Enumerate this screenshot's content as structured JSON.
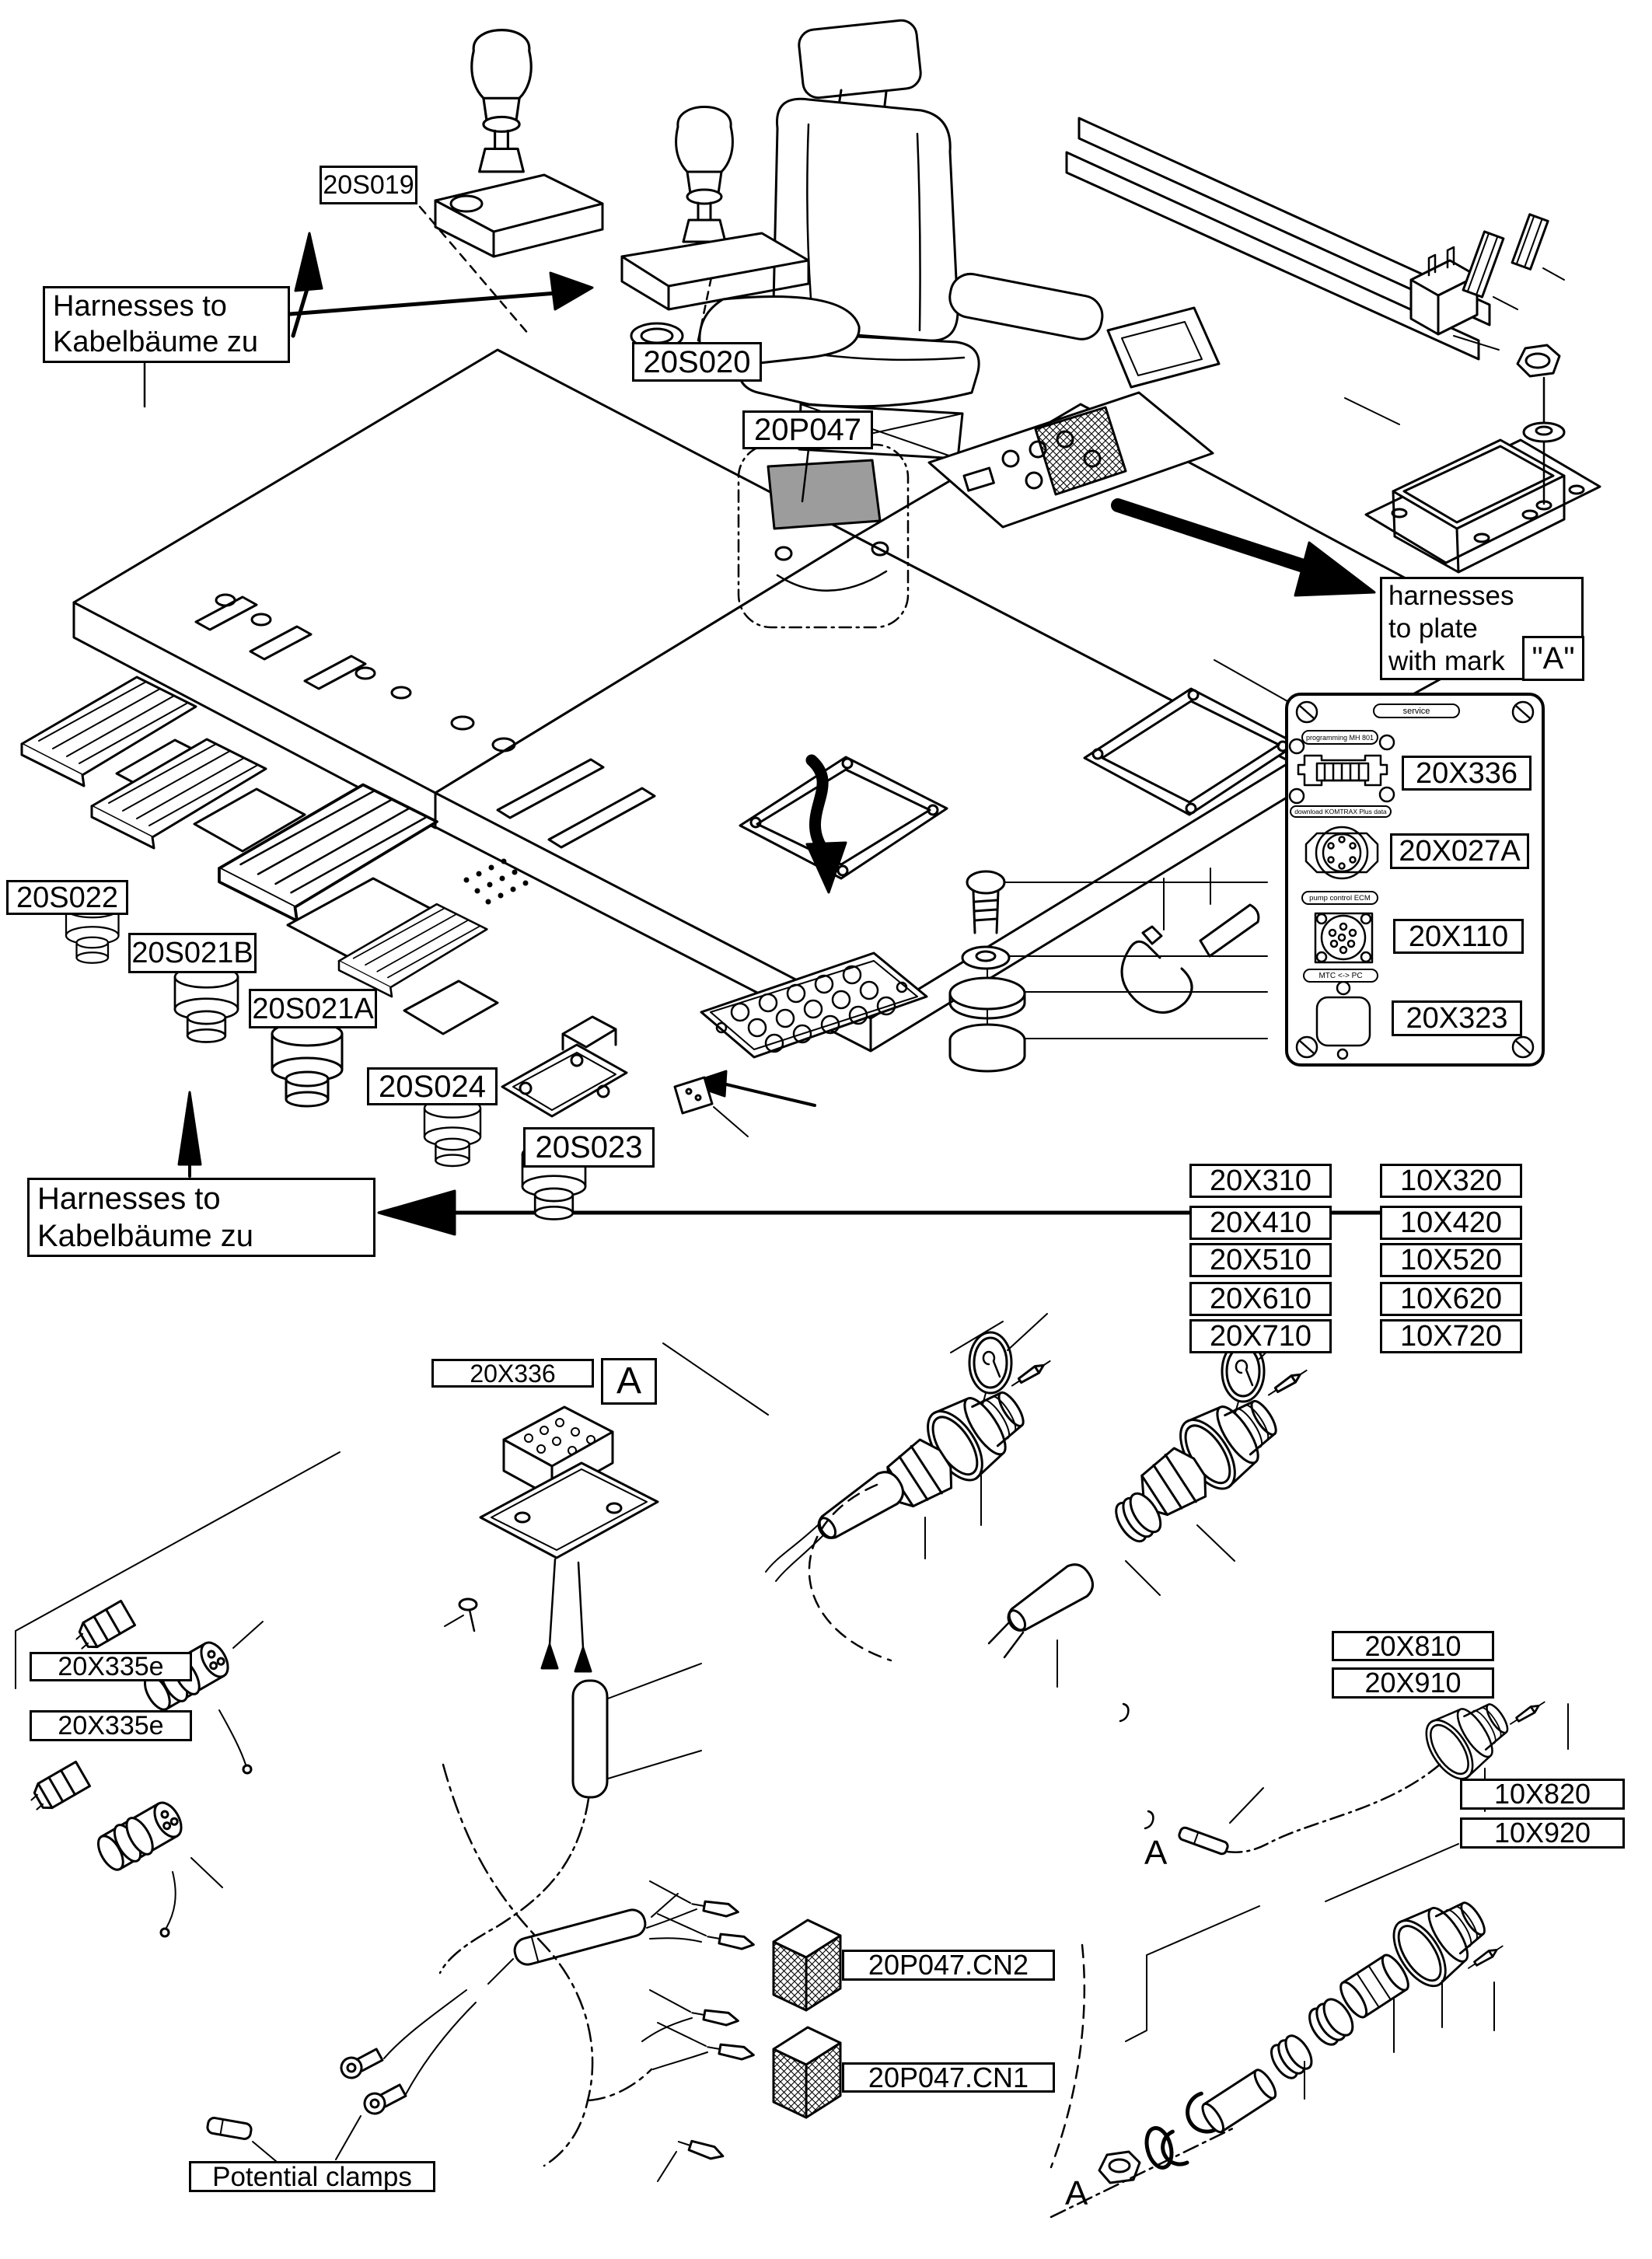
{
  "figure": {
    "background": "#ffffff",
    "ink": "#000000",
    "screen_fill": "#9c9c9c"
  },
  "notes": {
    "harness_top": {
      "line1": "Harnesses to",
      "line2": "Kabelbäume zu"
    },
    "harness_bottom": {
      "line1": "Harnesses to",
      "line2": "Kabelbäume zu"
    },
    "plate_note": {
      "line1": "harnesses",
      "line2": "to plate",
      "line3": "with mark"
    },
    "potential_clamps": "Potential clamps"
  },
  "detail_marks": {
    "plate_box": "\"A\"",
    "detail_box": "A",
    "wire_right": "A",
    "wire_bottom": "A"
  },
  "part_labels": {
    "s019": "20S019",
    "s020": "20S020",
    "p047": "20P047",
    "s022": "20S022",
    "s021b": "20S021B",
    "s021a": "20S021A",
    "s024": "20S024",
    "s023": "20S023",
    "x336_plate": "20X336",
    "x027a": "20X027A",
    "x110": "20X110",
    "x323": "20X323",
    "x336_detail": "20X336",
    "x335e_1": "20X335e",
    "x335e_2": "20X335e",
    "x810": "20X810",
    "x910": "20X910",
    "x820": "10X820",
    "x920": "10X920",
    "p047cn2": "20P047.CN2",
    "p047cn1": "20P047.CN1"
  },
  "plate": {
    "service": "service",
    "programming": "programming MH 801",
    "download": "download KOMTRAX Plus data",
    "pump": "pump control ECM",
    "mtc": "MTC <-> PC"
  },
  "connector_tables": {
    "left": [
      "20X310",
      "20X410",
      "20X510",
      "20X610",
      "20X710"
    ],
    "right": [
      "10X320",
      "10X420",
      "10X520",
      "10X620",
      "10X720"
    ]
  }
}
